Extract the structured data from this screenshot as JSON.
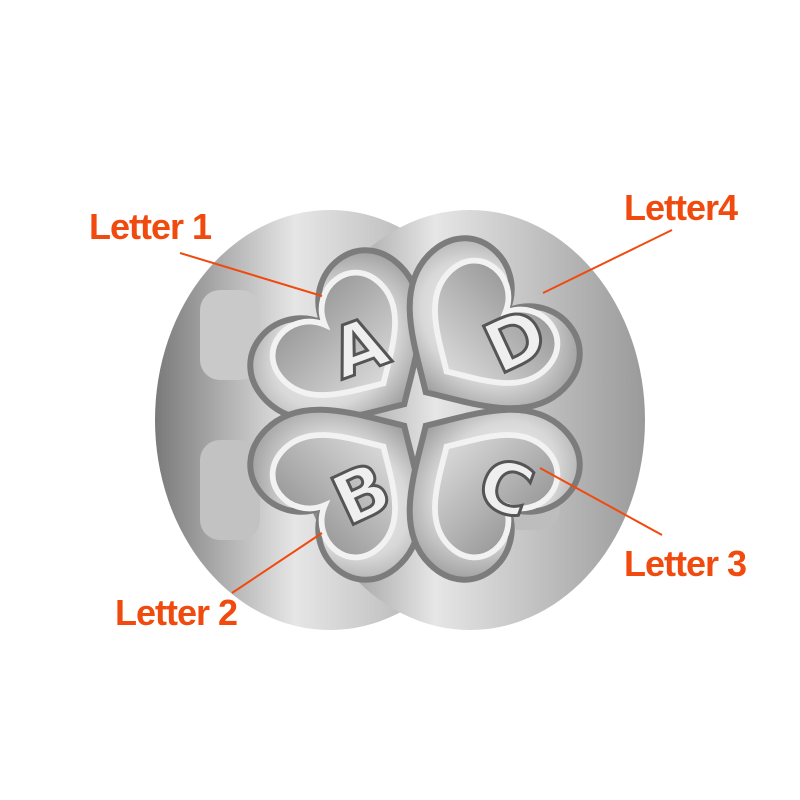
{
  "callouts": [
    {
      "id": "letter-1",
      "label": "Letter 1"
    },
    {
      "id": "letter-4",
      "label": "Letter4"
    },
    {
      "id": "letter-3",
      "label": "Letter 3"
    },
    {
      "id": "letter-2",
      "label": "Letter 2"
    }
  ],
  "charm": {
    "engraved_letters": [
      "A",
      "D",
      "B",
      "C"
    ]
  },
  "colors": {
    "callout": "#f04a0e",
    "background": "#ffffff",
    "silver_light": "#f4f4f4",
    "silver_dark": "#6e6e6e"
  }
}
